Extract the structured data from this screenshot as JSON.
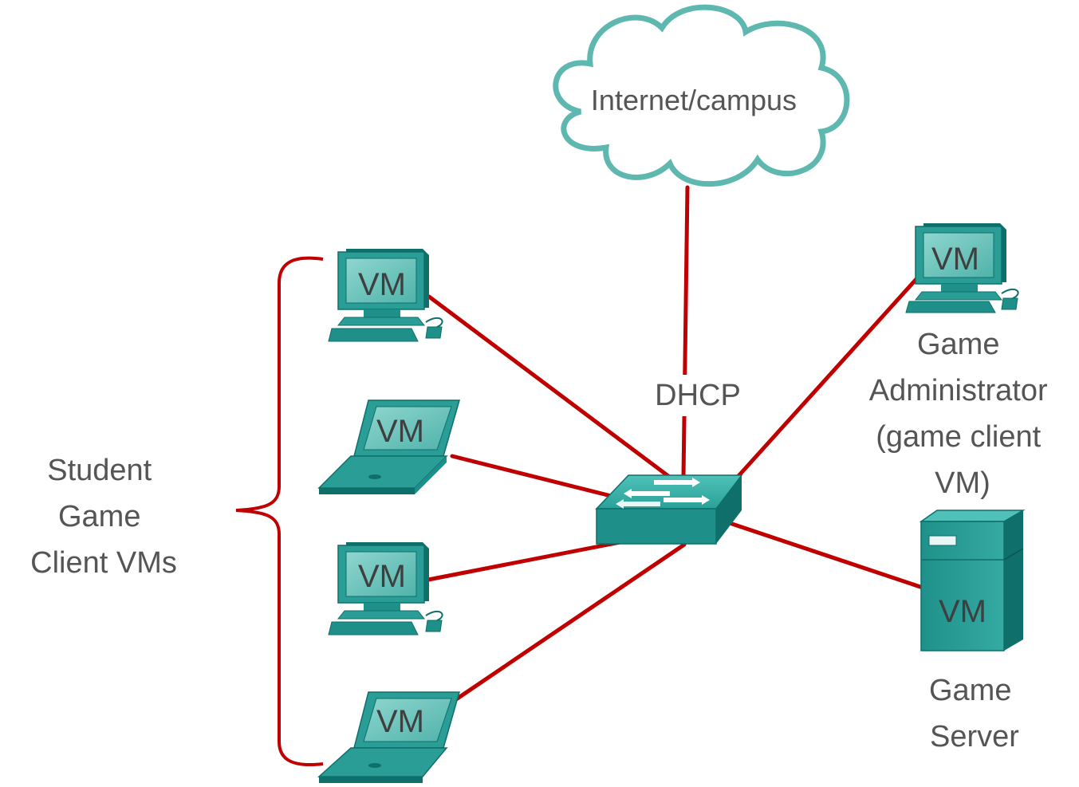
{
  "cloud": {
    "label": "Internet/campus"
  },
  "uplink": {
    "label": "DHCP"
  },
  "switch": {
    "icon": "network-switch-icon"
  },
  "students": {
    "label_lines": [
      "Student",
      "Game",
      "Client VMs"
    ],
    "clients": [
      {
        "kind": "desktop",
        "tag": "VM"
      },
      {
        "kind": "laptop",
        "tag": "VM"
      },
      {
        "kind": "desktop",
        "tag": "VM"
      },
      {
        "kind": "laptop",
        "tag": "VM"
      }
    ]
  },
  "admin": {
    "tag": "VM",
    "label_lines": [
      "Game",
      "Administrator",
      "(game client",
      "VM)"
    ]
  },
  "server": {
    "tag": "VM",
    "label_lines": [
      "Game",
      "Server"
    ]
  },
  "colors": {
    "link": "#c00000",
    "device": "#2a9d96",
    "device_dark": "#0f6f6a",
    "screen": "#6cc3bb",
    "cloud_stroke": "#5fb8b0",
    "label": "#555555"
  }
}
